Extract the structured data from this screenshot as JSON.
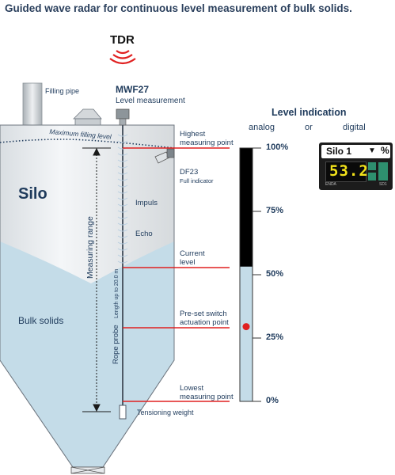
{
  "title": "Guided wave radar for continuous level measurement of bulk solids.",
  "tdr": "TDR",
  "filling_pipe": "Filling pipe",
  "device": {
    "model": "MWF27",
    "name": "Level measurement"
  },
  "max_filling": "Maximum filling level",
  "silo_label": "Silo",
  "bulk_label": "Bulk solids",
  "impuls": "Impuls",
  "echo": "Echo",
  "measuring_range": "Measuring range",
  "rope_probe": "Rope probe",
  "rope_length": "Length up to 20.0 m",
  "tensioning_weight": "Tensioning weight",
  "df23": {
    "model": "DF23",
    "name": "Full indicator"
  },
  "points": {
    "highest_1": "Highest",
    "highest_2": "measuring point",
    "current_1": "Current",
    "current_2": "level",
    "switch_1": "Pre-set switch",
    "switch_2": "actuation point",
    "lowest_1": "Lowest",
    "lowest_2": "measuring point"
  },
  "level_indication": {
    "heading": "Level indication",
    "analog": "analog",
    "or": "or",
    "digital": "digital",
    "scale": [
      "100%",
      "75%",
      "50%",
      "25%",
      "0%"
    ],
    "current_fraction": 0.532,
    "switch_fraction": 0.295
  },
  "digital_display": {
    "name": "Silo 1",
    "unit": "%",
    "value": "53.2",
    "brand": "ENDA",
    "model": "SD1"
  },
  "colors": {
    "bulk": "#c4dce8",
    "silo_fill": "#e9edf0",
    "red": "#e02020",
    "navy": "#1f3b5c",
    "display_digits": "#f2e21a",
    "display_keys": "#2e8f6e"
  }
}
